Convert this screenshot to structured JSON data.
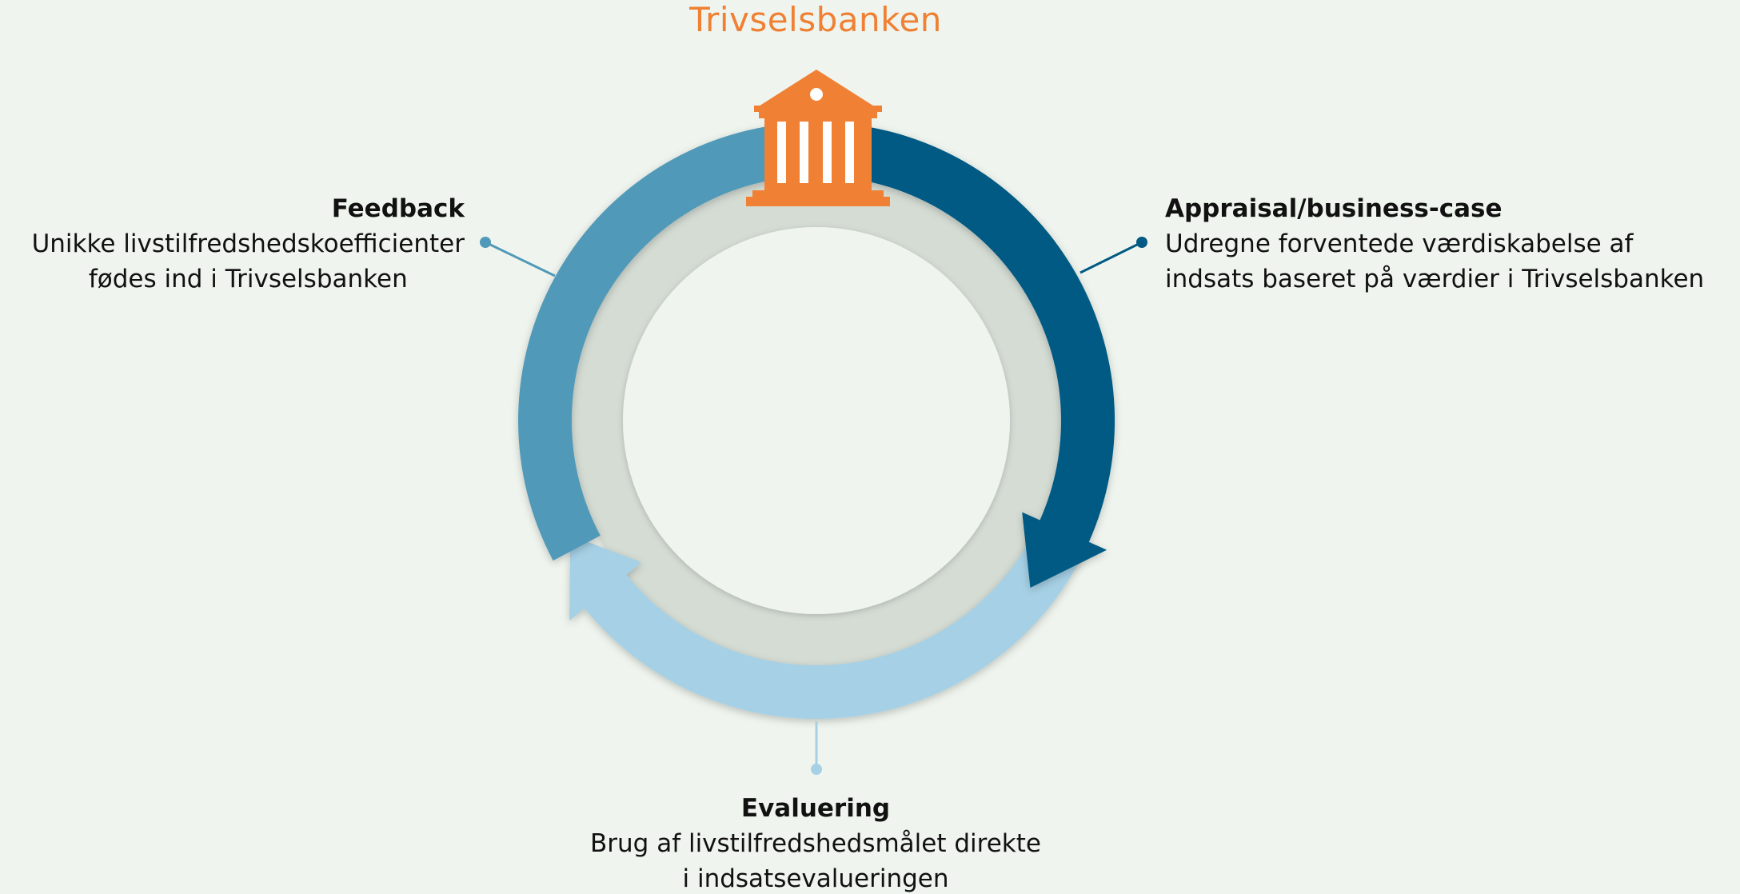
{
  "title": "Trivselsbanken",
  "center_icon": "bank-building-icon",
  "stages": {
    "appraisal": {
      "heading": "Appraisal/business-case",
      "lines": [
        "Udregne forventede værdiskabelse af",
        "indsats baseret på værdier i Trivselsbanken"
      ]
    },
    "evaluering": {
      "heading": "Evaluering",
      "lines": [
        "Brug af livstilfredshedsmålet direkte",
        "i indsatsevalueringen"
      ]
    },
    "feedback": {
      "heading": "Feedback",
      "lines": [
        "Unikke livstilfredshedskoefficienter",
        "fødes ind i Trivselsbanken"
      ]
    }
  },
  "colors": {
    "background": "#eff5ee",
    "accent_orange": "#ef8034",
    "ring_inner": "#d4dcd4",
    "arc_appraisal": "#025a84",
    "arc_feedback": "#5199b8",
    "arc_evaluering": "#a6d0e5"
  }
}
